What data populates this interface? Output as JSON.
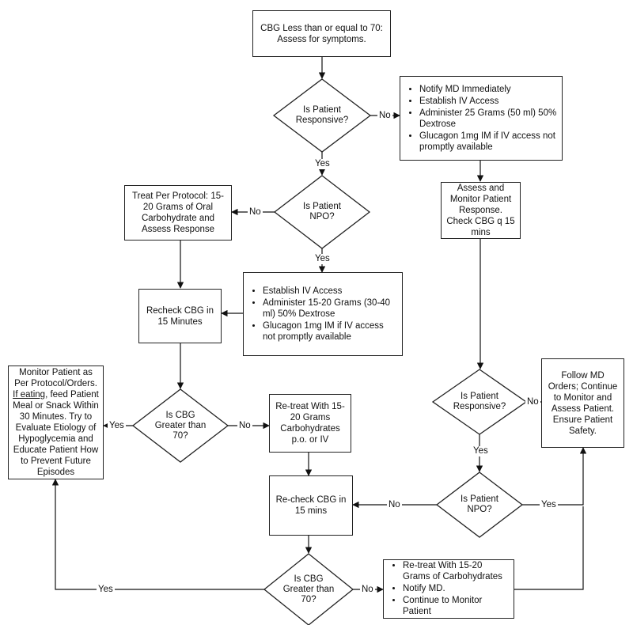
{
  "flowchart": {
    "start": {
      "text": "CBG Less than or equal to 70: Assess for symptoms."
    },
    "d_responsive1": {
      "text": "Is Patient Responsive?"
    },
    "notify_box": {
      "items": [
        "Notify MD Immediately",
        "Establish IV Access",
        "Administer 25 Grams (50 ml)  50% Dextrose",
        "Glucagon 1mg IM if IV access not promptly available"
      ]
    },
    "d_npo1": {
      "text": "Is Patient NPO?"
    },
    "treat_protocol": {
      "text": "Treat Per Protocol: 15-20 Grams of Oral Carbohydrate and Assess Response"
    },
    "assess_monitor": {
      "text": "Assess  and Monitor Patient Response. Check CBG q 15 mins"
    },
    "iv_box": {
      "items": [
        "Establish IV Access",
        "Administer 15-20 Grams (30-40 ml) 50% Dextrose",
        "Glucagon 1mg IM if IV access not promptly available"
      ]
    },
    "recheck_15": {
      "text": "Recheck CBG in 15 Minutes"
    },
    "monitor_protocol": {
      "line1": "Monitor Patient as Per Protocol/Orders. ",
      "underlined": "If eating",
      "line2": ", feed Patient Meal or Snack Within 30 Minutes.  Try to Evaluate Etiology of Hypoglycemia and Educate Patient How to Prevent Future Episodes"
    },
    "d_cbg1": {
      "text": "Is CBG Greater than 70?"
    },
    "retreat_box": {
      "text": "Re-treat With 15-20 Grams Carbohydrates p.o. or IV"
    },
    "d_responsive2": {
      "text": "Is Patient Responsive?"
    },
    "follow_md": {
      "text": "Follow MD Orders; Continue to Monitor and Assess Patient.  Ensure Patient Safety."
    },
    "recheck_mins": {
      "text": "Re-check CBG in 15 mins"
    },
    "d_npo2": {
      "text": "Is Patient NPO?"
    },
    "d_cbg2": {
      "text": "Is CBG Greater than 70?"
    },
    "final_box": {
      "items": [
        "Re-treat With 15-20 Grams of Carbohydrates",
        "Notify MD.",
        "Continue to Monitor Patient"
      ]
    },
    "labels": {
      "no1": "No",
      "yes1": "Yes",
      "no2": "No",
      "yes2": "Yes",
      "yes3": "Yes",
      "no3": "No",
      "no4": "No",
      "yes4": "Yes",
      "no5": "No",
      "yes5": "Yes",
      "yes6": "Yes",
      "no6": "No"
    }
  }
}
